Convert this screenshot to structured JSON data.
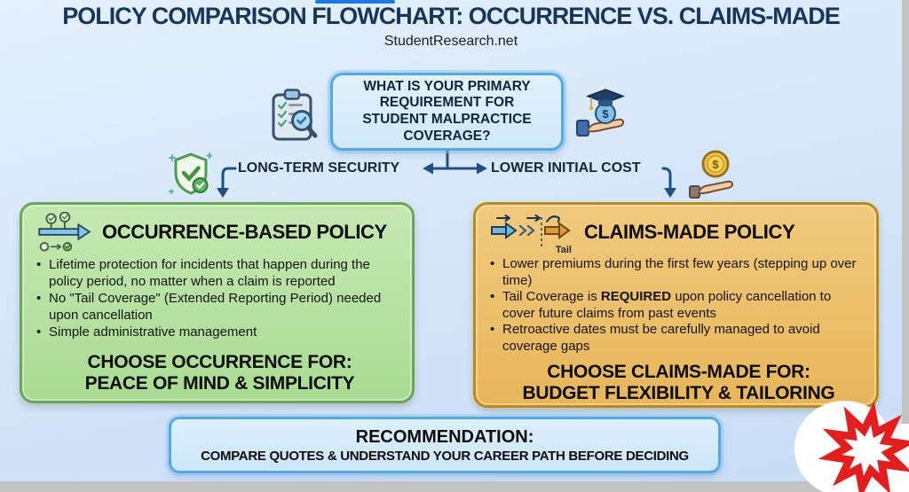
{
  "page": {
    "title": "POLICY COMPARISON FLOWCHART: OCCURRENCE VS. CLAIMS-MADE",
    "subtitle": "StudentResearch.net"
  },
  "question": {
    "lines": [
      "WHAT IS YOUR PRIMARY",
      "REQUIREMENT FOR",
      "STUDENT MALPRACTICE",
      "COVERAGE?"
    ]
  },
  "branches": {
    "left_label": "LONG-TERM SECURITY",
    "right_label": "LOWER INITIAL COST"
  },
  "occurrence": {
    "title": "OCCURRENCE-BASED POLICY",
    "bullets": [
      "Lifetime protection for incidents that happen during the policy period, no matter when a claim is reported",
      "No \"Tail Coverage\" (Extended Reporting Period) needed upon cancellation",
      "Simple administrative management"
    ],
    "footer_line1": "CHOOSE OCCURRENCE FOR:",
    "footer_line2": "PEACE OF MIND & SIMPLICITY"
  },
  "claims": {
    "title": "CLAIMS-MADE POLICY",
    "icon_tail_label": "Tail",
    "bullet1": "Lower premiums during the first few years (stepping up over time)",
    "bullet2_pre": "Tail Coverage is ",
    "bullet2_bold": "REQUIRED",
    "bullet2_post": " upon policy cancellation to cover future claims from past events",
    "bullet3": "Retroactive dates must be carefully managed to avoid coverage gaps",
    "footer_line1": "CHOOSE CLAIMS-MADE FOR:",
    "footer_line2": "BUDGET FLEXIBILITY & TAILORING"
  },
  "recommendation": {
    "line1": "RECOMMENDATION:",
    "line2": "COMPARE QUOTES & UNDERSTAND YOUR CAREER PATH BEFORE DECIDING"
  },
  "glyphs": {
    "bullet": "•"
  },
  "icons": {
    "dollar_glyph": "$",
    "question_left": "clipboard-checklist-search-icon",
    "question_right": "hand-graduation-moneybag-icon",
    "left_branch": "shield-check-icon",
    "right_branch": "hand-coin-icon",
    "occurrence_header": "timeline-checks-icon",
    "claims_header": "arrows-tail-icon",
    "bottom_right": "red-starburst-icon"
  },
  "colors": {
    "title_navy": "#16365c",
    "connector_navy": "#1e4f86",
    "question_border_blue": "#54a9e4",
    "occurrence_green_fill": "#b7e3a3",
    "occurrence_green_border": "#69a756",
    "claims_amber_fill": "#ecc16c",
    "claims_amber_border": "#bf8a12",
    "recommendation_blue_fill": "#d3eafc",
    "starburst_red": "#e02020",
    "top_bar_blue": "#1b79e8"
  }
}
